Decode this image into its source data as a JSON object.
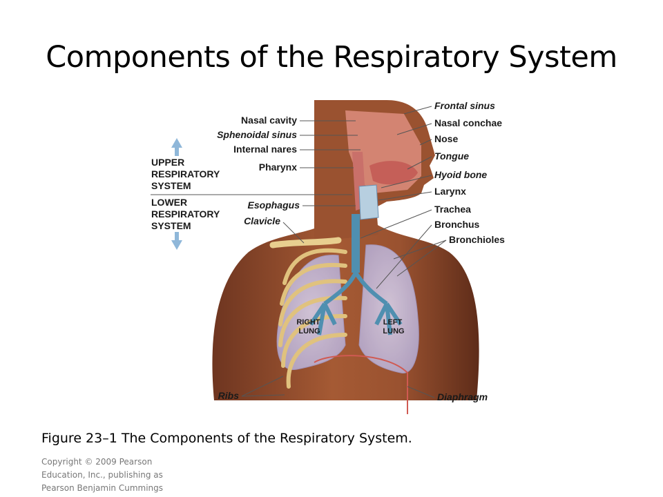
{
  "title": "Components of the Respiratory System",
  "figure": {
    "labels_left": {
      "nasal_cavity": "Nasal cavity",
      "sphenoidal_sinus": "Sphenoidal sinus",
      "internal_nares": "Internal nares",
      "pharynx": "Pharynx",
      "esophagus": "Esophagus",
      "clavicle": "Clavicle",
      "ribs": "Ribs"
    },
    "labels_right": {
      "frontal_sinus": "Frontal sinus",
      "nasal_conchae": "Nasal conchae",
      "nose": "Nose",
      "tongue": "Tongue",
      "hyoid_bone": "Hyoid bone",
      "larynx": "Larynx",
      "trachea": "Trachea",
      "bronchus": "Bronchus",
      "bronchioles": "Bronchioles",
      "diaphragm": "Diaphragm"
    },
    "upper_system": [
      "UPPER",
      "RESPIRATORY",
      "SYSTEM"
    ],
    "lower_system": [
      "LOWER",
      "RESPIRATORY",
      "SYSTEM"
    ],
    "right_lung": [
      "RIGHT",
      "LUNG"
    ],
    "left_lung": [
      "LEFT",
      "LUNG"
    ],
    "colors": {
      "skin": "#8a4a2c",
      "lung": "#c9c2e0",
      "trachea": "#4f8fb0",
      "rib": "#e8cf8f",
      "arrow": "#8fb7d9"
    }
  },
  "caption": "Figure 23–1 The Components of the Respiratory System.",
  "copyright": [
    "Copyright © 2009 Pearson",
    "Education, Inc., publishing as",
    "Pearson Benjamin Cummings"
  ]
}
